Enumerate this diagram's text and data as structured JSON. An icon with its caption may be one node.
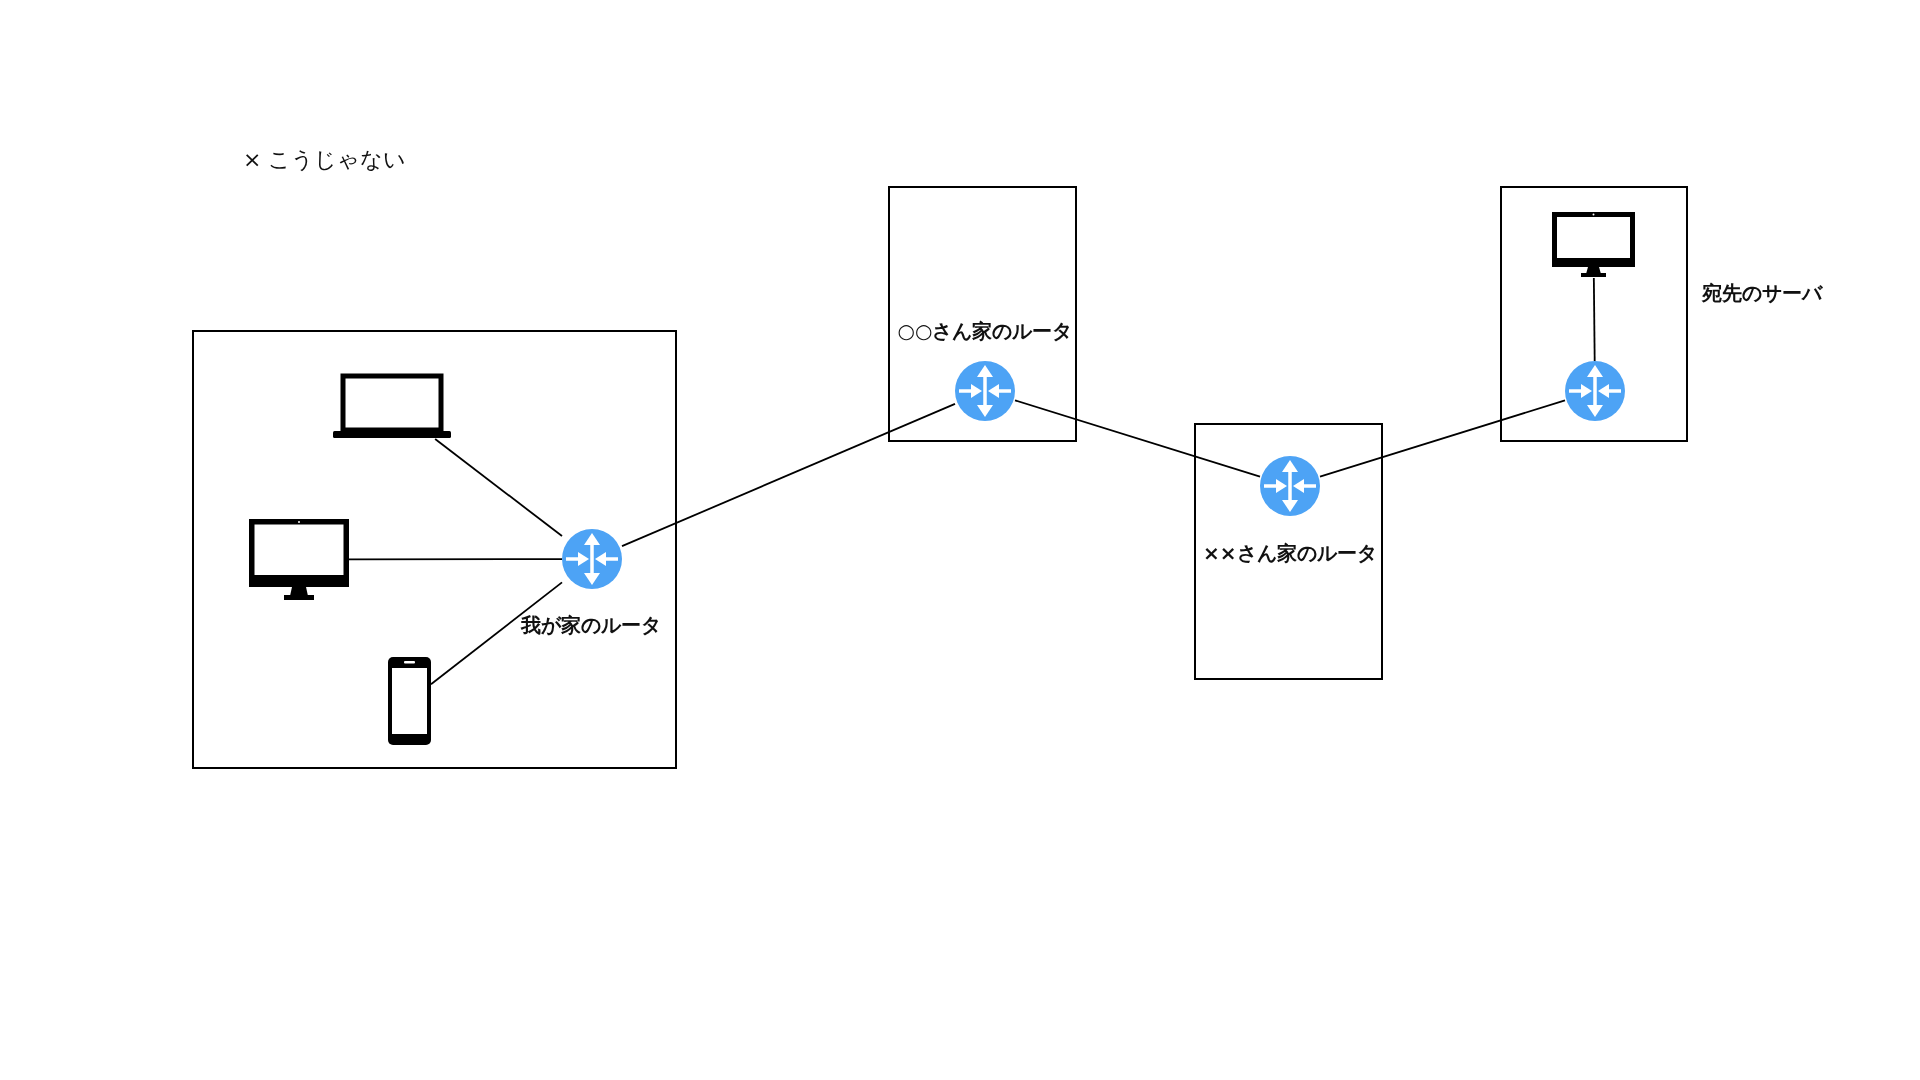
{
  "diagram": {
    "nodes": [
      {
        "text": [],
        "shape": "box"
      },
      {
        "text": [],
        "shape": "laptop",
        "in": 0
      },
      {
        "text": [],
        "shape": "monitor",
        "in": 0
      },
      {
        "text": [],
        "shape": "phone",
        "in": 0
      },
      {
        "text": [],
        "shape": "picture",
        "in": 0,
        "beside": [
          "我が家のルータ"
        ]
      },
      {
        "text": [],
        "shape": "box"
      },
      {
        "text": [],
        "shape": "picture",
        "in": 5,
        "beside": [
          "○○さん家のルータ"
        ]
      },
      {
        "text": [],
        "shape": "box"
      },
      {
        "text": [],
        "shape": "picture",
        "in": 7,
        "beside": [
          "××さん家のルータ"
        ]
      },
      {
        "text": [
          "宛先のサーバ"
        ]
      },
      {
        "text": [],
        "shape": "monitor",
        "in": 9
      },
      {
        "text": [],
        "shape": "picture",
        "in": 9
      }
    ],
    "edges": [
      {
        "from": 1,
        "to": 4,
        "arrow": "none"
      },
      {
        "from": 2,
        "to": 4,
        "arrow": "none"
      },
      {
        "from": 3,
        "to": 4,
        "arrow": "none"
      },
      {
        "from": 4,
        "to": 6,
        "arrow": "none"
      },
      {
        "from": 6,
        "to": 8,
        "arrow": "none"
      },
      {
        "from": 8,
        "to": 11,
        "arrow": "none"
      },
      {
        "from": 10,
        "to": 11,
        "arrow": "none"
      }
    ],
    "labels": [
      "× こうじゃない"
    ]
  }
}
